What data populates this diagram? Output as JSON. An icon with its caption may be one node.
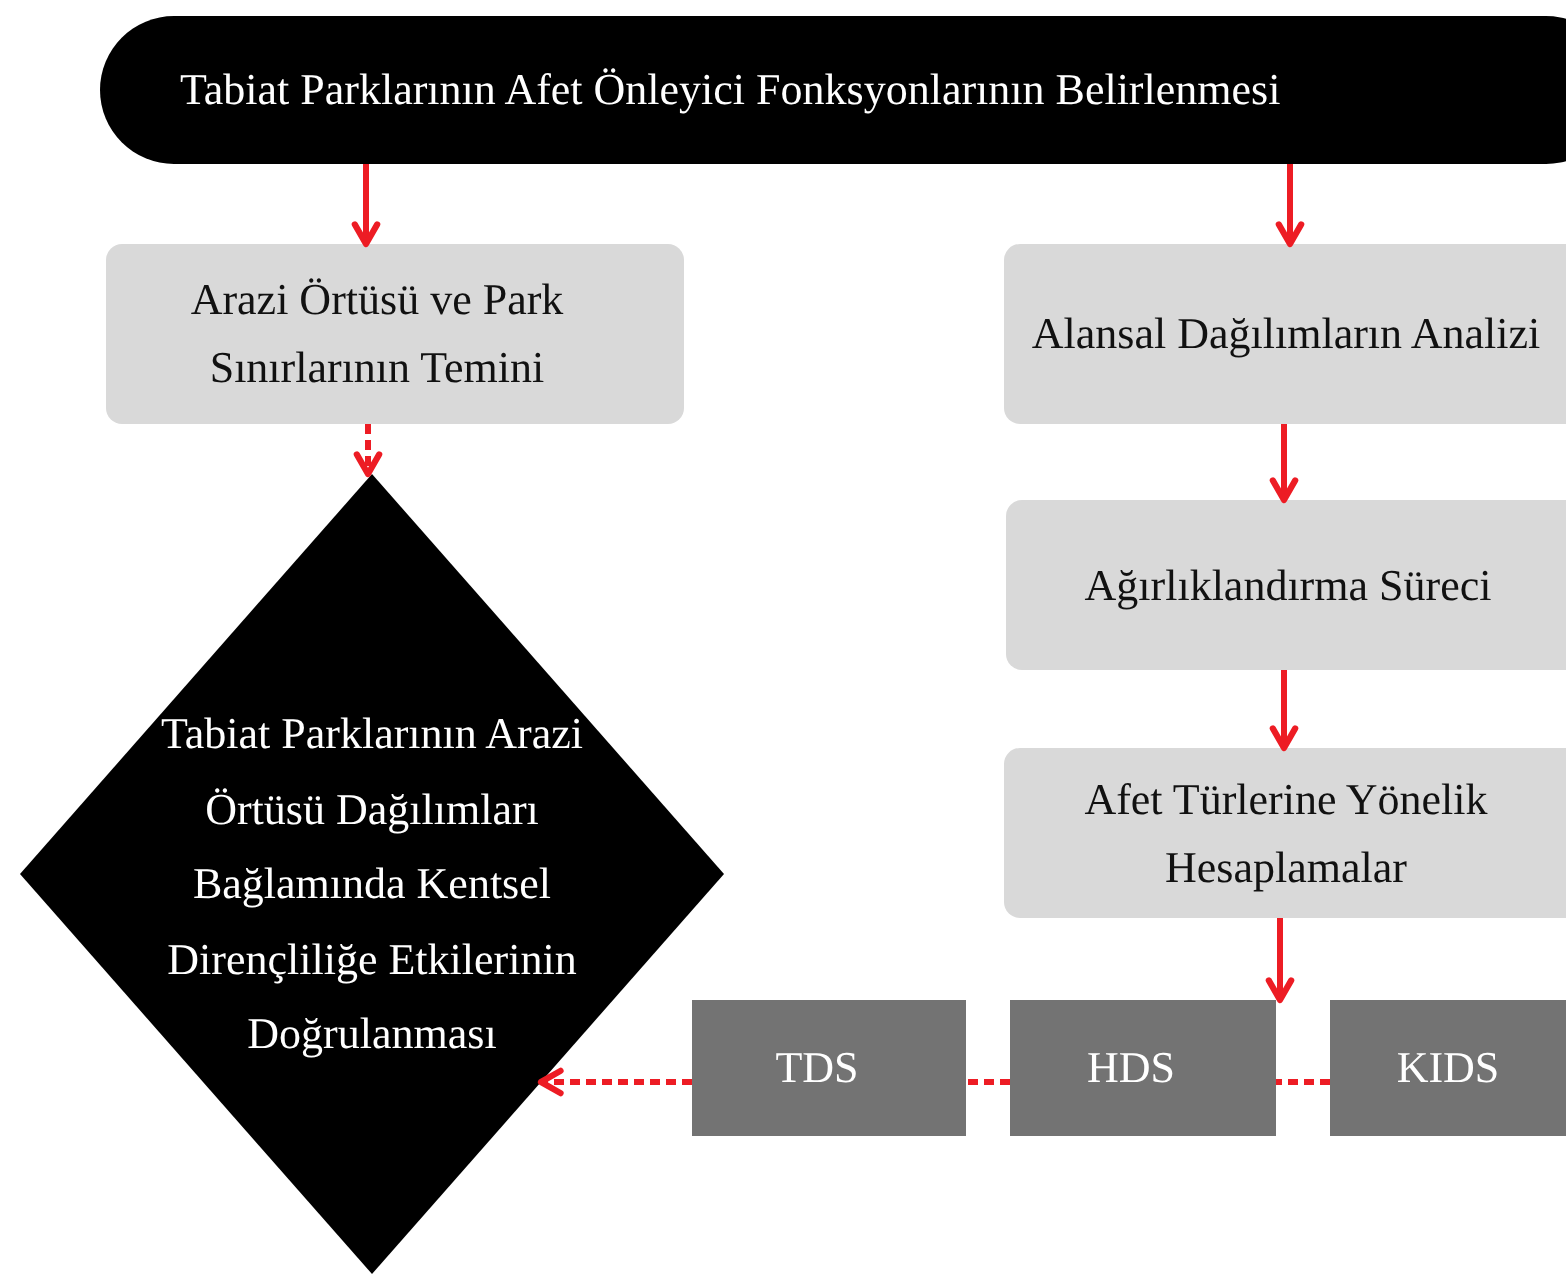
{
  "diagram": {
    "nodes": [
      {
        "text": [
          "Tabiat Parklarının Afet Önleyici Fonksyonlarının Belirlenmesi"
        ]
      },
      {
        "text": [
          "Arazi Örtüsü ve Park Sınırlarının Temini"
        ]
      },
      {
        "text": [
          "Alansal Dağılımların Analizi"
        ]
      },
      {
        "text": [
          "Ağırlıklandırma Süreci"
        ]
      },
      {
        "text": [
          "Afet Türlerine Yönelik Hesaplamalar"
        ]
      },
      {
        "text": [
          "Tabiat Parklarının Arazi Örtüsü Dağılımları Bağlamında Kentsel Dirençliliğe Etkilerinin Doğrulanması"
        ]
      },
      {
        "text": [
          "TDS"
        ]
      },
      {
        "text": [
          "HDS"
        ]
      },
      {
        "text": [
          "KIDS"
        ]
      }
    ],
    "edges": [
      {
        "from": 0,
        "to": 1,
        "arrow": "to"
      },
      {
        "from": 0,
        "to": 2,
        "arrow": "to"
      },
      {
        "from": 1,
        "to": 5,
        "arrow": "to",
        "style": "dashed"
      },
      {
        "from": 2,
        "to": 3,
        "arrow": "to"
      },
      {
        "from": 3,
        "to": 4,
        "arrow": "to"
      },
      {
        "from": 4,
        "to": 7,
        "arrow": "to"
      },
      {
        "from": 6,
        "to": 5,
        "arrow": "to",
        "style": "dashed"
      },
      {
        "from": 7,
        "to": 6,
        "arrow": "none",
        "style": "dashed"
      },
      {
        "from": 8,
        "to": 7,
        "arrow": "none",
        "style": "dashed"
      }
    ]
  }
}
